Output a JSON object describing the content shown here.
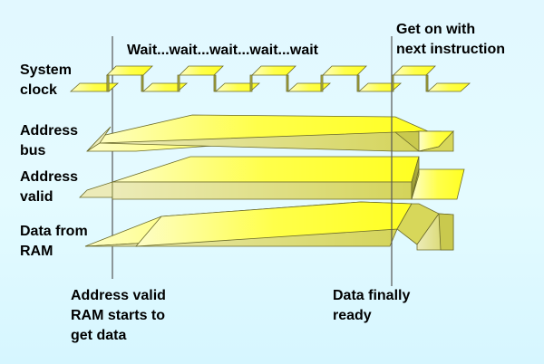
{
  "signals": [
    {
      "id": "system-clock",
      "lines": [
        "System",
        "clock"
      ]
    },
    {
      "id": "address-bus",
      "lines": [
        "Address",
        "bus"
      ]
    },
    {
      "id": "address-valid",
      "lines": [
        "Address",
        "valid"
      ]
    },
    {
      "id": "data-from-ram",
      "lines": [
        "Data from",
        "RAM"
      ]
    }
  ],
  "annotations": {
    "wait_caption": "Wait...wait...wait...wait...wait",
    "next_instruction": [
      "Get on with",
      "next instruction"
    ],
    "start_marker": [
      "Address valid",
      "RAM starts to",
      "get data"
    ],
    "end_marker": [
      "Data finally",
      "ready"
    ]
  },
  "colors": {
    "waveform_top": "#ffff33",
    "waveform_front": "#d7d75a",
    "waveform_side": "#a9a93c",
    "outline": "#6b6b2a",
    "marker_line": "#555555"
  }
}
